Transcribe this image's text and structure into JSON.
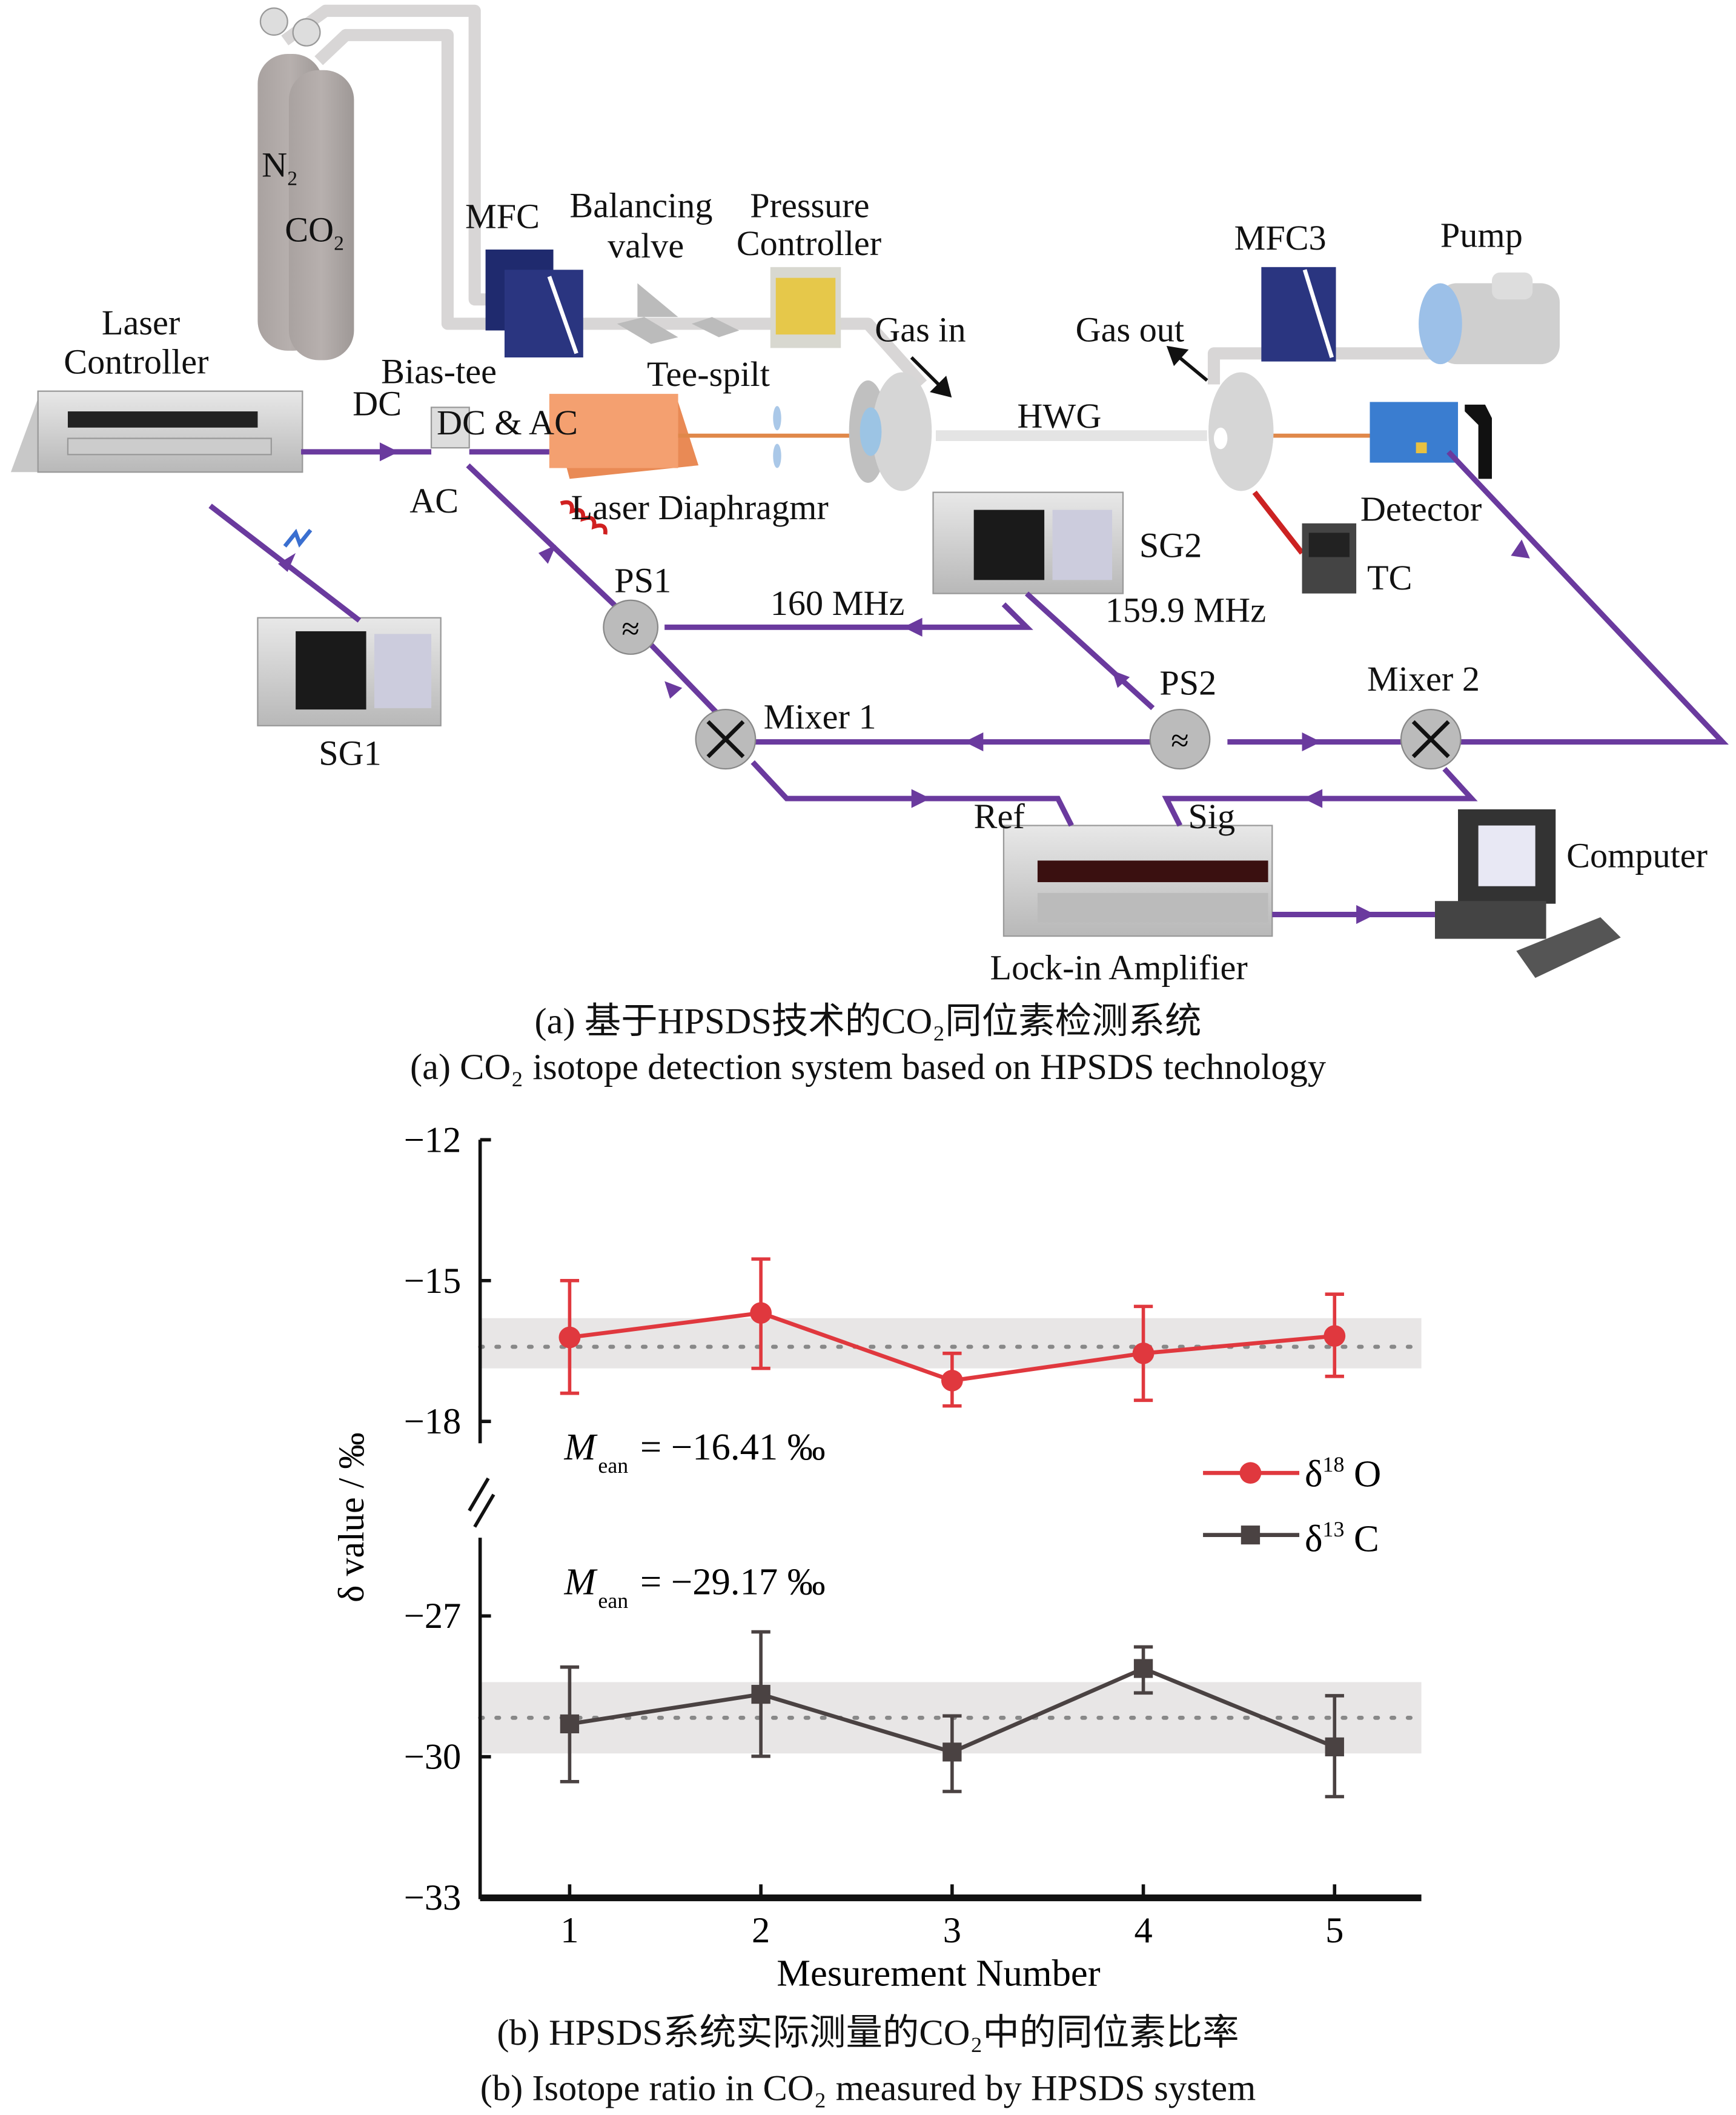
{
  "diagram": {
    "labels": {
      "n2": "N",
      "n2_sub": "2",
      "co2": "CO",
      "co2_sub": "2",
      "laser_controller": [
        "Laser",
        "Controller"
      ],
      "mfc": "MFC",
      "balancing_valve": [
        "Balancing",
        "valve"
      ],
      "pressure_controller": [
        "Pressure",
        "Controller"
      ],
      "mfc3": "MFC3",
      "pump": "Pump",
      "gas_in": "Gas in",
      "gas_out": "Gas out",
      "bias_tee": "Bias-tee",
      "dc": "DC",
      "dc_ac": "DC & AC",
      "ac": "AC",
      "tee_split": "Tee-spilt",
      "hwg": "HWG",
      "laser_diaphragm": "Laser Diaphragmr",
      "detector": "Detector",
      "sg1": "SG1",
      "sg2": "SG2",
      "tc": "TC",
      "ps1": "PS1",
      "ps2": "PS2",
      "freq_160": "160 MHz",
      "freq_1599": "159.9 MHz",
      "mixer1": "Mixer 1",
      "mixer2": "Mixer 2",
      "ref": "Ref",
      "sig": "Sig",
      "computer": "Computer",
      "lockin": "Lock-in Amplifier"
    },
    "colors": {
      "signal_line": "#6a3a9e",
      "laser_beam": "#e0884a",
      "gas_line": "#d8d8d8",
      "tc_wire": "#cc2222"
    },
    "caption_cn": "(a) 基于HPSDS技术的CO₂同位素检测系统",
    "caption_en": "(a) CO₂ isotope detection system based on HPSDS technology"
  },
  "chart_data": {
    "type": "line",
    "title": "",
    "xlabel": "Mesurement Number",
    "ylabel": "δ value / ‰",
    "x": [
      1,
      2,
      3,
      4,
      5
    ],
    "xticks": [
      "1",
      "2",
      "3",
      "4",
      "5"
    ],
    "yticks": [
      "−12",
      "−15",
      "−18",
      "−27",
      "−30",
      "−33"
    ],
    "ylim_upper": [
      -19.5,
      -12
    ],
    "ylim_lower": [
      -33,
      -25.5
    ],
    "axis_break": true,
    "grid": false,
    "legend_position": "right-middle",
    "series": [
      {
        "name": "δ18 O",
        "name_base": "δ",
        "name_sup": "18",
        "name_tail": " O",
        "color": "#e0383e",
        "marker": "circle",
        "values": [
          -16.21,
          -15.69,
          -17.13,
          -16.55,
          -16.18
        ],
        "err_high": [
          -15.0,
          -14.54,
          -16.55,
          -15.55,
          -15.29
        ],
        "err_low": [
          -17.4,
          -16.87,
          -17.67,
          -17.55,
          -17.04
        ],
        "mean": -16.41,
        "band": [
          -15.8,
          -16.87
        ],
        "annotation": "= −16.41 ‰"
      },
      {
        "name": "δ13 C",
        "name_base": "δ",
        "name_sup": "13",
        "name_tail": " C",
        "color": "#4a4242",
        "marker": "square",
        "values": [
          -29.3,
          -28.67,
          -29.9,
          -28.12,
          -29.79
        ],
        "err_high": [
          -28.09,
          -27.34,
          -29.13,
          -27.66,
          -28.7
        ],
        "err_low": [
          -30.53,
          -29.99,
          -30.74,
          -28.64,
          -30.85
        ],
        "mean": -29.17,
        "band": [
          -28.41,
          -29.93
        ],
        "annotation": "= −29.17 ‰"
      }
    ],
    "mean_label_m": "M",
    "mean_label_sub": "ean",
    "caption_cn": "(b) HPSDS系统实际测量的CO₂中的同位素比率",
    "caption_en": "(b) Isotope ratio in CO₂ measured by HPSDS system"
  }
}
